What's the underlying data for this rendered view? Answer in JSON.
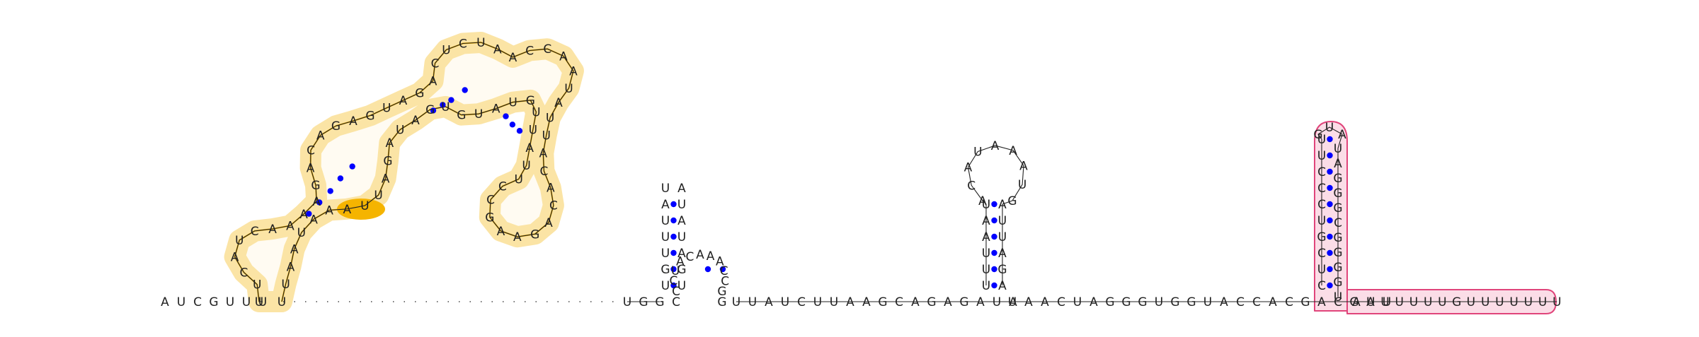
{
  "diagram": {
    "colors": {
      "text": "#222222",
      "backbone": "#222222",
      "pair_dot": "#0000ff",
      "domain_1_outline": "#f5b400",
      "domain_1_fill": "#fff6dc",
      "domain_1_highlight": "#f5b400",
      "domain_2_outline": "#e0457b",
      "domain_2_fill": "#fbdde7"
    },
    "sequences": {
      "leader": "AUCGUUU",
      "left_tail": "A",
      "domain_1_inner_strand": "UUCAUCA",
      "domain_1_highlight_label": "UCA",
      "domain_1_5prime_arm": "AAAGACAGAGUAGACUCUAAC",
      "domain_1_loop": "CAAUAUUACACAGAAGCCUUAUUGUAUG",
      "domain_1_3prime_arm": "UGAUAGAUUAAAUAAUU",
      "linker": "UGG",
      "hairpin_a_stem_5": "UAUUUGU",
      "hairpin_a_stem_3": "AUAUAGU",
      "hairpin_b": "CCCUACAAACCGG",
      "middle": "UUAUCUUAAGCAGAGAUA",
      "hairpin_c_stem_5": "UUUAAU",
      "hairpin_c_loop": "ACAUAAAUG",
      "hairpin_c_stem_3": "AUUAGA",
      "spacer": "UAACUAGGGUGGUACCACGACGAU",
      "domain_2_stem_5": "CUCGUCCCUU",
      "domain_2_loop": "GUA",
      "domain_2_stem_3": "UAGGGCGGGGU",
      "trailer": "AUUUUUUGUUUUUUU"
    },
    "base_pairs": [
      "U-A",
      "U-G",
      "C-G",
      "U-A",
      "U-A",
      "A-U",
      "C-G",
      "U-A",
      "C-G",
      "G-U",
      "A-U",
      "A-U",
      "U-A",
      "U-G",
      "A-U",
      "U-A",
      "U-G",
      "A-U",
      "C-G",
      "U-A",
      "G-C",
      "A-U",
      "U-A",
      "U-G",
      "U-G",
      "U-G",
      "C-G",
      "G-C",
      "U-A",
      "C-G",
      "U-A",
      "G-C",
      "U-G",
      "C-G",
      "C-U",
      "U-G",
      "A-U",
      "U-A",
      "A-U",
      "U-G",
      "C-G",
      "G-U",
      "C-G",
      "U-A",
      "C-G",
      "U-A",
      "C-G",
      "U-G",
      "U-G",
      "C-G",
      "U-A",
      "C-G",
      "A-U",
      "A-U",
      "U-A",
      "C-G",
      "A-U",
      "C-G",
      "U-A",
      "A-U"
    ]
  }
}
